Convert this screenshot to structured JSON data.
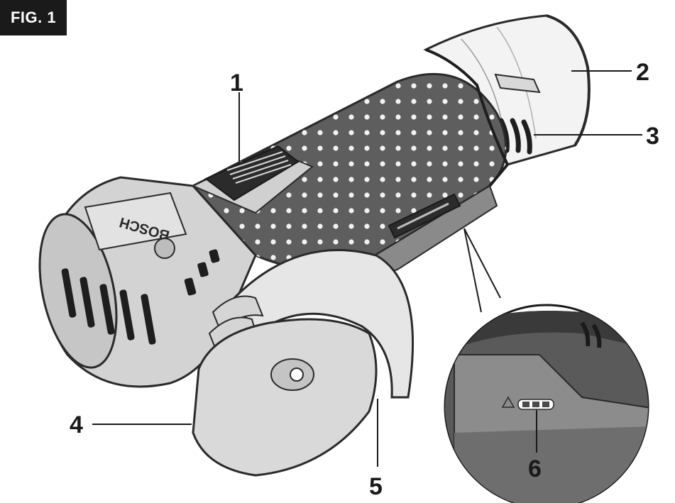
{
  "figure": {
    "label": "FIG. 1"
  },
  "brand": {
    "text": "BOSCH"
  },
  "callouts": [
    {
      "id": "1",
      "text": "1"
    },
    {
      "id": "2",
      "text": "2"
    },
    {
      "id": "3",
      "text": "3"
    },
    {
      "id": "4",
      "text": "4"
    },
    {
      "id": "5",
      "text": "5"
    },
    {
      "id": "6",
      "text": "6"
    }
  ],
  "colors": {
    "grip": "#5a5a5a",
    "body": "#d6d6d6",
    "battery": "#f2f2f2",
    "outline": "#2a2a2a",
    "dots": "#f4f4f4"
  }
}
